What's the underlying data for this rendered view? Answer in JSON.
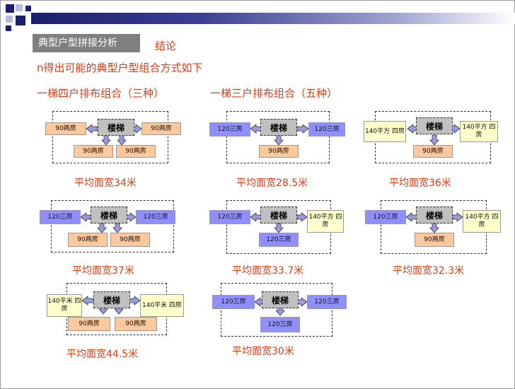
{
  "header": {
    "section_title": "典型户型拼接分析",
    "conclusion": "结论",
    "subtitle": "n得出可能的典型户型组合方式如下"
  },
  "groups": {
    "four": "一梯四户排布组合（三种）",
    "three": "一梯三户排布组合（五种）"
  },
  "labels": {
    "stair": "楼梯",
    "r90": "90两房",
    "r120": "120三房",
    "r140": "140平方 四房",
    "r140m": "140平米 四房"
  },
  "averages": {
    "p1": "平均面宽34米",
    "p2": "平均面宽28.5米",
    "p3": "平均面宽36米",
    "p4": "平均面宽37米",
    "p5": "平均面宽33.7米",
    "p6": "平均面宽32.3米",
    "p7": "平均面宽44.5米",
    "p8": "平均面宽30米"
  },
  "colors": {
    "accent": "#d83c14",
    "orange_unit": "#fcc99e",
    "blue_unit": "#8f8fff",
    "yellow_unit": "#ffffcc",
    "stair": "#c0c0c0",
    "arrow": "#9a9ae0"
  }
}
